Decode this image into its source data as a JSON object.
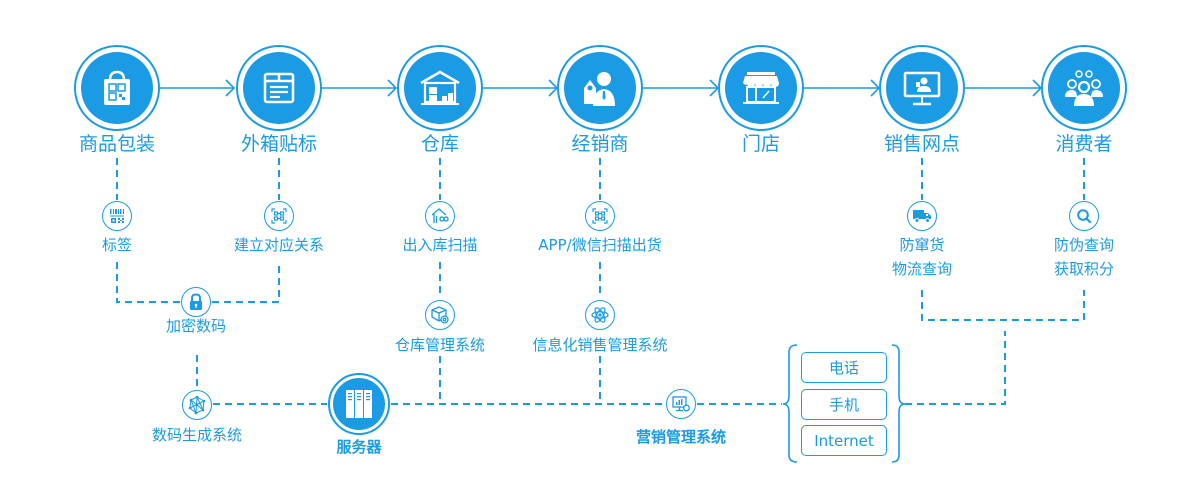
{
  "colors": {
    "accent": "#1a9be3",
    "background": "#ffffff"
  },
  "main_flow": [
    {
      "label": "商品包装",
      "icon": "shopping-bag-qr-icon"
    },
    {
      "label": "外箱贴标",
      "icon": "box-label-icon"
    },
    {
      "label": "仓库",
      "icon": "warehouse-icon"
    },
    {
      "label": "经销商",
      "icon": "dealer-person-icon"
    },
    {
      "label": "门店",
      "icon": "storefront-icon"
    },
    {
      "label": "销售网点",
      "icon": "monitor-person-icon"
    },
    {
      "label": "消费者",
      "icon": "group-people-icon"
    }
  ],
  "sub_steps": {
    "label_tag": {
      "label": "标签",
      "icon": "barcode-qr-icon"
    },
    "bind_relation": {
      "label": "建立对应关系",
      "icon": "scan-code-icon"
    },
    "encrypt": {
      "label": "加密数码",
      "icon": "lock-icon"
    },
    "code_system": {
      "label": "数码生成系统",
      "icon": "network-mesh-icon"
    },
    "server": {
      "label": "服务器",
      "icon": "server-rack-icon"
    },
    "inout_scan": {
      "label": "出入库扫描",
      "icon": "warehouse-scan-icon"
    },
    "warehouse_system": {
      "label": "仓库管理系统",
      "icon": "box-gear-icon"
    },
    "app_scan": {
      "label": "APP/微信扫描出货",
      "icon": "scan-code-icon"
    },
    "sales_system": {
      "label": "信息化销售管理系统",
      "icon": "atom-icon"
    },
    "marketing_system": {
      "label": "营销管理系统",
      "icon": "monitor-chart-gear-icon"
    },
    "anti_diversion": {
      "line1": "防窜货",
      "line2": "物流查询",
      "icon": "truck-icon"
    },
    "anti_fake": {
      "line1": "防伪查询",
      "line2": "获取积分",
      "icon": "search-icon"
    }
  },
  "channels": [
    "电话",
    "手机",
    "Internet"
  ]
}
